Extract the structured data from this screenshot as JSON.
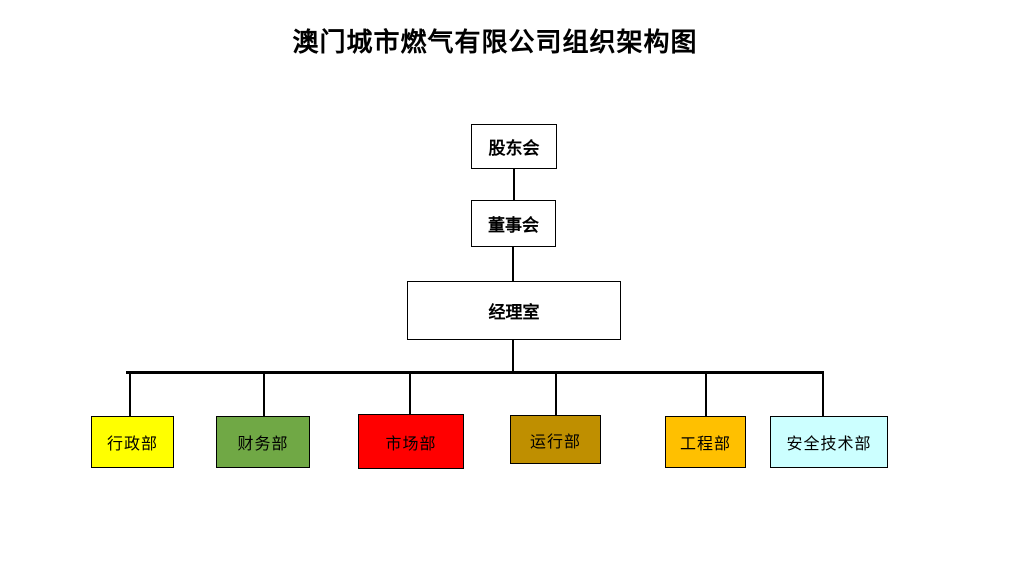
{
  "title": "澳门城市燃气有限公司组织架构图",
  "top_levels": [
    {
      "id": "shareholders",
      "label": "股东会"
    },
    {
      "id": "board",
      "label": "董事会"
    },
    {
      "id": "management",
      "label": "经理室"
    }
  ],
  "departments": [
    {
      "id": "admin",
      "label": "行政部",
      "color": "#ffff00"
    },
    {
      "id": "finance",
      "label": "财务部",
      "color": "#70a845"
    },
    {
      "id": "marketing",
      "label": "市场部",
      "color": "#ff0000"
    },
    {
      "id": "operations",
      "label": "运行部",
      "color": "#bf8f00"
    },
    {
      "id": "engineering",
      "label": "工程部",
      "color": "#ffc000"
    },
    {
      "id": "safety",
      "label": "安全技术部",
      "color": "#ccffff"
    }
  ]
}
